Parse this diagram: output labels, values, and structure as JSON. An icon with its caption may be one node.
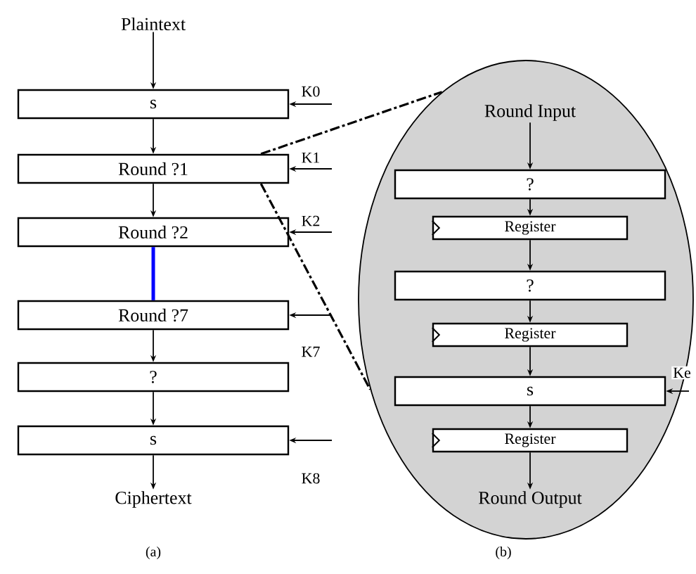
{
  "diagram": {
    "nodes": [
      {
        "text": [
          "Plaintext"
        ]
      },
      {
        "text": [
          "s"
        ]
      },
      {
        "text": [
          "Round ?1"
        ]
      },
      {
        "text": [
          "Round ?2"
        ]
      },
      {
        "text": [
          "Round ?7"
        ]
      },
      {
        "text": [
          "?"
        ]
      },
      {
        "text": [
          "s"
        ]
      },
      {
        "text": [
          "Ciphertext"
        ]
      },
      {
        "text": [],
        "shape": "ellipse"
      },
      {
        "text": [
          "Round Input"
        ],
        "in": 8
      },
      {
        "text": [
          "?"
        ],
        "in": 8
      },
      {
        "text": [
          "Register"
        ],
        "in": 8
      },
      {
        "text": [
          "?"
        ],
        "in": 8
      },
      {
        "text": [
          "Register"
        ],
        "in": 8
      },
      {
        "text": [
          "s"
        ],
        "in": 8
      },
      {
        "text": [
          "Register"
        ],
        "in": 8
      },
      {
        "text": [
          "Round Output"
        ],
        "in": 8
      }
    ],
    "edges": [
      {
        "from": 0,
        "to": 1,
        "arrow": "to"
      },
      {
        "from": 1,
        "to": 2,
        "arrow": "to"
      },
      {
        "from": 2,
        "to": 3,
        "arrow": "to"
      },
      {
        "from": 3,
        "to": 4,
        "arrow": "none",
        "style": "thick",
        "color": "#0000ff"
      },
      {
        "from": 4,
        "to": 5,
        "arrow": "to"
      },
      {
        "from": 5,
        "to": 6,
        "arrow": "to"
      },
      {
        "from": 6,
        "to": 7,
        "arrow": "to"
      },
      {
        "from": null,
        "to": 1,
        "arrow": "to",
        "label": "K0"
      },
      {
        "from": null,
        "to": 2,
        "arrow": "to",
        "label": "K1"
      },
      {
        "from": null,
        "to": 3,
        "arrow": "to",
        "label": "K2"
      },
      {
        "from": null,
        "to": 4,
        "arrow": "to",
        "label": "K7"
      },
      {
        "from": null,
        "to": 6,
        "arrow": "to",
        "label": "K8"
      },
      {
        "from": 2,
        "to": 8,
        "arrow": "none",
        "style": "dashed"
      },
      {
        "from": 2,
        "to": 8,
        "arrow": "none",
        "style": "dashed"
      },
      {
        "from": 9,
        "to": 10,
        "arrow": "to"
      },
      {
        "from": 10,
        "to": 11,
        "arrow": "to"
      },
      {
        "from": 11,
        "to": 12,
        "arrow": "to"
      },
      {
        "from": 12,
        "to": 13,
        "arrow": "to"
      },
      {
        "from": 13,
        "to": 14,
        "arrow": "to"
      },
      {
        "from": 14,
        "to": 15,
        "arrow": "to"
      },
      {
        "from": 15,
        "to": 16,
        "arrow": "to"
      },
      {
        "from": null,
        "to": 14,
        "arrow": "to",
        "label": "Ke"
      }
    ],
    "labels": [
      "(a)",
      "(b)"
    ]
  }
}
